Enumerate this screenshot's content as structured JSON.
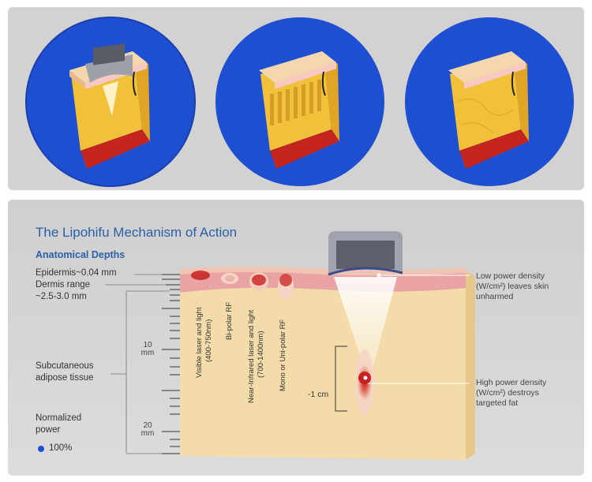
{
  "title": "The Lipohifu Mechanism of Action",
  "subtitle": "Anatomical Depths",
  "left_labels": {
    "epidermis": "Epidermis~0.04 mm",
    "dermis_line1": "Dermis range",
    "dermis_line2": "~2.5-3.0 mm",
    "adipose_line1": "Subcutaneous",
    "adipose_line2": "adipose tissue",
    "power_line1": "Normalized",
    "power_line2": "power",
    "power_value": "100%"
  },
  "scale": {
    "tick10_value": "10",
    "tick10_unit": "mm",
    "tick20_value": "20",
    "tick20_unit": "mm"
  },
  "modalities": {
    "visible_line1": "Visible laser and light",
    "visible_line2": "(400-750nm)",
    "bipolar": "Bi-polar RF",
    "nir_line1": "Near-Infrared laser and light",
    "nir_line2": "(700-1400nm)",
    "mono": "Mono or Uni-polar RF"
  },
  "focus_depth": "-1 cm",
  "right_labels": {
    "low_line1": "Low power density",
    "low_line2": "(W/cm²) leaves skin",
    "low_line3": "unharmed",
    "high_line1": "High power density",
    "high_line2": "(W/cm²) destroys",
    "high_line3": "targeted fat"
  },
  "colors": {
    "panel_bg": "#d2d2d2",
    "circle_blue": "#1f4fd1",
    "title_blue": "#2b5fa8",
    "fat_yellow": "#f2c13a",
    "tissue_tan": "#f3dca9",
    "skin_pink": "#e9a3a5",
    "focus_red": "#c8201e"
  },
  "icons": [
    "hifu-transducer-icon",
    "skin-block-icon",
    "power-dot-icon"
  ]
}
